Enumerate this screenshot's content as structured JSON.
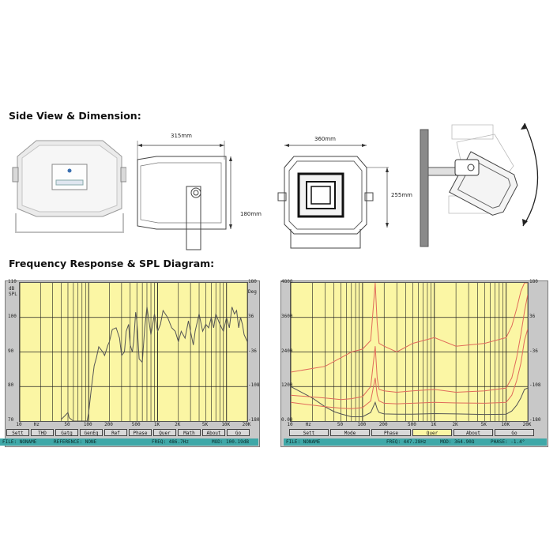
{
  "headings": {
    "side_view": "Side View & Dimension:",
    "frequency": "Frequency Response & SPL Diagram:"
  },
  "dimensions": {
    "length": "315mm",
    "height": "180mm",
    "width": "360mm",
    "depth": "255mm"
  },
  "left_chart": {
    "y_left_ticks": [
      "110",
      "100",
      "90",
      "80",
      "70"
    ],
    "y_left_unit": "dB",
    "y_left_unit2": "SPL",
    "y_right_unit": "Deg",
    "y_right_ticks": [
      "180",
      "36",
      "-36",
      "-108",
      "-180"
    ],
    "x_ticks": [
      "10",
      "Hz",
      "50",
      "100",
      "200",
      "500",
      "1K",
      "2K",
      "5K",
      "10K",
      "20K"
    ],
    "buttons": [
      "Sett",
      "THD",
      "Gatg",
      "GenEq",
      "Ref",
      "Phase",
      "Quer",
      "Math",
      "About",
      "Go"
    ],
    "status": {
      "file": "FILE: NONAME",
      "reference": "REFERENCE: NONE",
      "freq": "FREQ: 486.7Hz",
      "mod": "MOD: 100.19dB"
    }
  },
  "right_chart": {
    "y_left_ticks": [
      "4800",
      "3600",
      "2400",
      "1200",
      "0.00"
    ],
    "y_right_ticks": [
      "180",
      "36",
      "-36",
      "-108",
      "-180"
    ],
    "x_ticks": [
      "10",
      "Hz",
      "50",
      "100",
      "200",
      "500",
      "1K",
      "2K",
      "5K",
      "10K",
      "20K"
    ],
    "buttons": [
      "Sett",
      "Mode",
      "Phase",
      "Quer",
      "About",
      "Go"
    ],
    "active_button": "Quer",
    "status": {
      "file": "FILE: NONAME",
      "freq": "FREQ: 447.28Hz",
      "mod": "MOD: 364.90Ω",
      "phase": "PHASE: -1.4°"
    }
  },
  "chart_data": [
    {
      "type": "line",
      "xscale": "log",
      "xlim": [
        10,
        20000
      ],
      "ylim": [
        70,
        110
      ],
      "ylabel": "dB SPL",
      "grid": true,
      "series": [
        {
          "color": "#555555",
          "x": [
            40,
            45,
            50,
            52,
            60,
            70,
            80,
            95,
            100,
            110,
            120,
            130,
            140,
            160,
            170,
            190,
            200,
            220,
            250,
            280,
            300,
            330,
            350,
            380,
            400,
            430,
            450,
            480,
            500,
            540,
            600,
            650,
            700,
            800,
            900,
            1000,
            1100,
            1200,
            1400,
            1600,
            1800,
            2000,
            2200,
            2500,
            2800,
            3000,
            3300,
            3500,
            4000,
            4500,
            5000,
            5500,
            6000,
            6500,
            7000,
            8000,
            9000,
            10000,
            11000,
            12000,
            13000,
            14000,
            15000,
            16000,
            17000,
            18000,
            20000
          ],
          "values": [
            70.5,
            71.5,
            72.5,
            71.0,
            70.0,
            70.0,
            70.0,
            70.0,
            72.5,
            80.0,
            86.0,
            88.5,
            91.5,
            90.0,
            89.0,
            92.0,
            93.0,
            96.5,
            97.0,
            94.0,
            89.0,
            90.0,
            96.0,
            98.0,
            92.0,
            90.0,
            93.0,
            101.5,
            99.0,
            88.0,
            87.0,
            97.0,
            103.0,
            95.0,
            101.0,
            96.0,
            98.0,
            102.0,
            100.0,
            97.0,
            96.0,
            93.0,
            96.0,
            94.0,
            99.0,
            96.0,
            92.0,
            96.0,
            101.0,
            96.0,
            98.0,
            97.0,
            100.0,
            97.0,
            101.0,
            98.0,
            96.0,
            100.0,
            97.0,
            103.0,
            101.0,
            102.0,
            97.0,
            100.0,
            98.0,
            95.0,
            93.0
          ]
        }
      ]
    },
    {
      "type": "line",
      "xscale": "log",
      "xlim": [
        10,
        20000
      ],
      "ylim": [
        0,
        4800
      ],
      "grid": true,
      "series": [
        {
          "color": "#555555",
          "x": [
            10,
            20,
            30,
            40,
            50,
            70,
            100,
            130,
            150,
            160,
            170,
            200,
            300,
            500,
            1000,
            2000,
            5000,
            10000,
            12000,
            14000,
            16000,
            18000,
            20000
          ],
          "values": [
            1200,
            800,
            500,
            330,
            250,
            150,
            150,
            300,
            650,
            420,
            300,
            250,
            240,
            240,
            260,
            250,
            230,
            240,
            350,
            550,
            800,
            1100,
            1150
          ]
        },
        {
          "color": "#e06a5a",
          "x": [
            10,
            30,
            50,
            70,
            100,
            130,
            150,
            160,
            170,
            200,
            300,
            500,
            1000,
            2000,
            5000,
            10000,
            12000,
            14000,
            16000,
            18000,
            20000
          ],
          "values": [
            650,
            500,
            450,
            430,
            470,
            700,
            1500,
            900,
            700,
            620,
            600,
            620,
            650,
            630,
            620,
            650,
            900,
            1400,
            2000,
            2800,
            3200
          ]
        },
        {
          "color": "#e06a5a",
          "x": [
            10,
            30,
            50,
            70,
            100,
            130,
            150,
            160,
            170,
            200,
            300,
            500,
            1000,
            2000,
            5000,
            10000,
            12000,
            14000,
            16000,
            18000,
            20000
          ],
          "values": [
            900,
            800,
            750,
            780,
            850,
            1200,
            2600,
            1500,
            1100,
            1050,
            1000,
            1050,
            1100,
            1000,
            1050,
            1150,
            1500,
            2200,
            3000,
            3800,
            4400
          ]
        },
        {
          "color": "#e06a5a",
          "x": [
            10,
            30,
            50,
            70,
            100,
            130,
            150,
            160,
            170,
            200,
            300,
            500,
            1000,
            2000,
            5000,
            10000,
            12000,
            14000,
            16000,
            18000,
            20000
          ],
          "values": [
            1700,
            1900,
            2200,
            2400,
            2500,
            2800,
            4800,
            3400,
            2700,
            2600,
            2400,
            2700,
            2900,
            2600,
            2700,
            2900,
            3300,
            3900,
            4500,
            4800,
            4800
          ]
        }
      ]
    }
  ]
}
